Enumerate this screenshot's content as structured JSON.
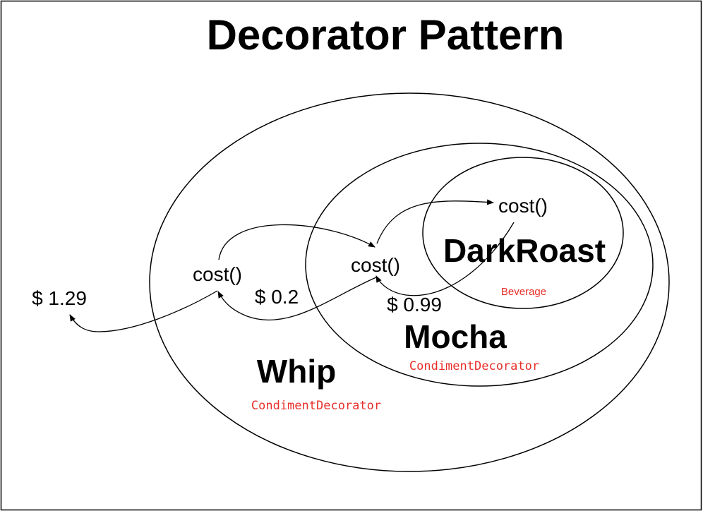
{
  "title": "Decorator Pattern",
  "colors": {
    "line": "#000000",
    "label_red": "#e8302a",
    "background": "#ffffff"
  },
  "components": {
    "whip": {
      "name": "Whip",
      "type": "CondimentDecorator",
      "method": "cost()",
      "returns": "$ 1.29"
    },
    "mocha": {
      "name": "Mocha",
      "type": "CondimentDecorator",
      "method": "cost()",
      "returns": "$ 0.2"
    },
    "darkroast": {
      "name": "DarkRoast",
      "type": "Beverage",
      "method": "cost()",
      "returns": "$ 0.99"
    }
  }
}
